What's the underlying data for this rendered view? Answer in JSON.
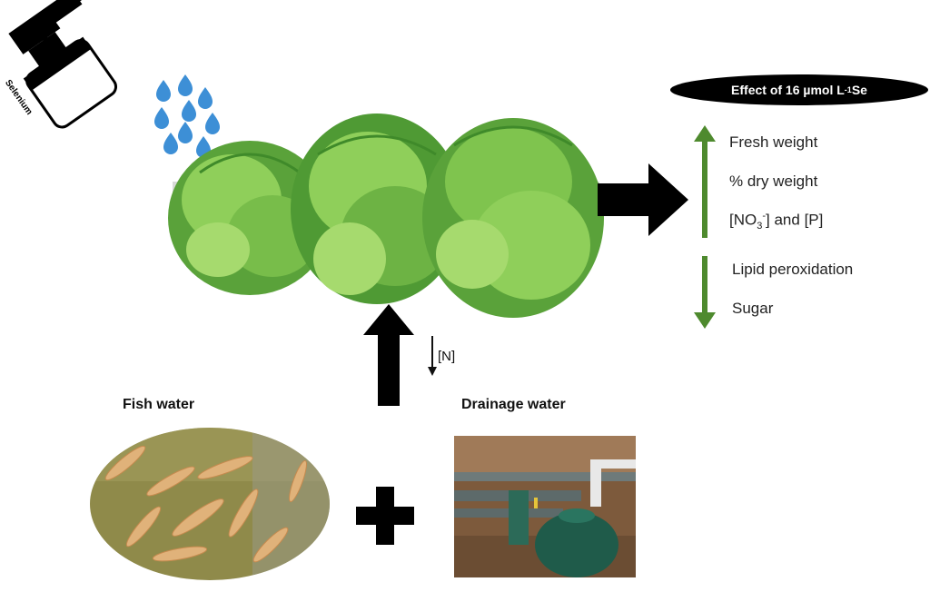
{
  "spray_bottle": {
    "label": "Selenium"
  },
  "effect_header": {
    "prefix": "Effect of 16 µmol L",
    "superscript": "-1",
    "suffix": " Se"
  },
  "increases": {
    "fresh_weight": "Fresh weight",
    "dry_weight": "% dry weight",
    "nitrate_pre": "[NO",
    "nitrate_sub": "3",
    "nitrate_sup": "-",
    "nitrate_post": "] and [P]"
  },
  "decreases": {
    "lipid": "Lipid peroxidation",
    "sugar": "Sugar"
  },
  "n_label": "[N]",
  "sources": {
    "fish_water": "Fish water",
    "drainage_water": "Drainage water"
  },
  "colors": {
    "arrow_green": "#4e8a2e",
    "lettuce_light": "#8fcf5a",
    "lettuce_dark": "#3f8a2a",
    "droplet_blue": "#3d8fd6",
    "pond_water": "#8f8a4a",
    "tank_green": "#1f5b4a"
  }
}
